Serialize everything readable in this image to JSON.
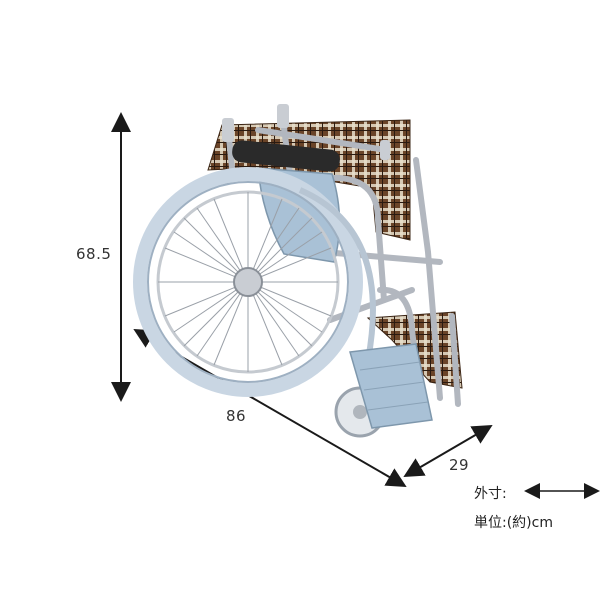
{
  "dimensions": {
    "height": "68.5",
    "length": "86",
    "width": "29"
  },
  "legend": {
    "outer_label": "外寸:",
    "unit_label": "単位:(約)cm"
  },
  "colors": {
    "arrow": "#1a1a1a",
    "frame": "#b8bcc4",
    "tire": "#c4d2df",
    "plaid_base": "#5b3a22",
    "plaid_light": "#e8e0cc"
  }
}
